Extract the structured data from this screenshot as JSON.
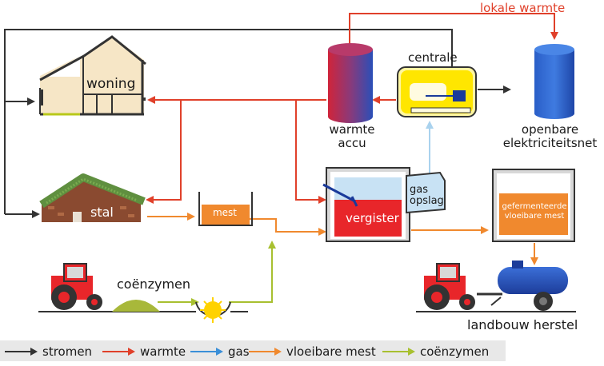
{
  "colors": {
    "stromen": "#333333",
    "warmte": "#e0402a",
    "gas": "#8ec4e8",
    "vloeibare_mest": "#f0892e",
    "coenzymen": "#a8c030"
  },
  "nodes": {
    "woning": "woning",
    "stal": "stal",
    "vloeibare_mest": "vloeibare mest",
    "vergister": "vergister",
    "gas_opslag": "gas opslag",
    "gefermenteerde": "gefermenteerde vloeibare mest",
    "warmte_accu": "warmte accu",
    "centrale": "centrale",
    "openbare_net": "openbare elektriciteitsnet",
    "coenzymen": "coënzymen",
    "landbouw_herstel": "landbouw herstel",
    "lokale_warmte": "lokale warmte"
  },
  "legend": [
    {
      "label": "stromen",
      "color": "#333333"
    },
    {
      "label": "warmte",
      "color": "#e0402a"
    },
    {
      "label": "gas",
      "color": "#3a8fd8"
    },
    {
      "label": "vloeibare mest",
      "color": "#f0892e"
    },
    {
      "label": "coënzymen",
      "color": "#a8c030"
    }
  ]
}
